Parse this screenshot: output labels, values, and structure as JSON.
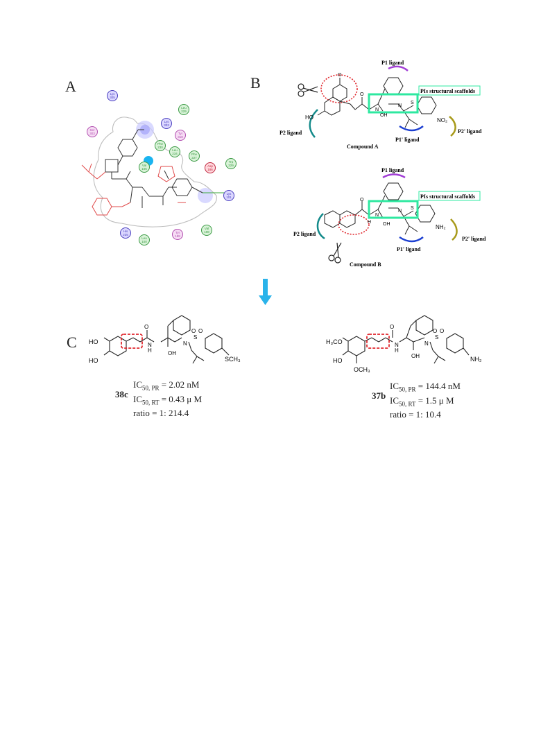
{
  "panels": {
    "a": "A",
    "b": "B",
    "c": "C"
  },
  "residues_a": [
    {
      "name": "Lys\n305",
      "color": "#4a3fbf",
      "fill": "#dcd8ff"
    },
    {
      "name": "Ser\n303",
      "color": "#b24fb0",
      "fill": "#f6dcf4"
    },
    {
      "name": "Leu\n229",
      "color": "#3b9a45",
      "fill": "#d9f3d8"
    },
    {
      "name": "Lys\n303",
      "color": "#4a3fbf",
      "fill": "#dcd8ff"
    },
    {
      "name": "Tyr\n318",
      "color": "#b24fb0",
      "fill": "#f6dcf4"
    },
    {
      "name": "Phe\n230",
      "color": "#3b9a45",
      "fill": "#d9f3d8"
    },
    {
      "name": "Leu\n234",
      "color": "#3b9a45",
      "fill": "#d9f3d8"
    },
    {
      "name": "Phe\n227",
      "color": "#3b9a45",
      "fill": "#d9f3d8"
    },
    {
      "name": "Val\n106",
      "color": "#3b9a45",
      "fill": "#d9f3d8"
    },
    {
      "name": "Asp\n186",
      "color": "#c0263e",
      "fill": "#ffd7dc"
    },
    {
      "name": "Trp\n229",
      "color": "#3b9a45",
      "fill": "#d9f3d8"
    },
    {
      "name": "Lys\n101",
      "color": "#4a3fbf",
      "fill": "#dcd8ff"
    },
    {
      "name": "His\n235",
      "color": "#4a3fbf",
      "fill": "#dcd8ff"
    },
    {
      "name": "Leu\n100",
      "color": "#3b9a45",
      "fill": "#d9f3d8"
    },
    {
      "name": "Tyr\n188",
      "color": "#b24fb0",
      "fill": "#f6dcf4"
    },
    {
      "name": "Val\n108",
      "color": "#3b9a45",
      "fill": "#d9f3d8"
    }
  ],
  "compound_a": {
    "name": "Compound A",
    "p1": "P1 ligand",
    "p2": "P2 ligand",
    "p1p": "P1' ligand",
    "p2p": "P2' ligand",
    "scaffold": "PIs structural scaffolds",
    "ho": "HO",
    "no2": "NO₂",
    "n": "N",
    "oh": "OH",
    "h": "H",
    "o": "O",
    "s": "S"
  },
  "compound_b": {
    "name": "Compound B",
    "p1": "P1 ligand",
    "p2": "P2 ligand",
    "p1p": "P1' ligand",
    "p2p": "P2' ligand",
    "scaffold": "PIs structural scaffolds",
    "nh2": "NH₂",
    "n": "N",
    "oh": "OH",
    "h": "H",
    "o": "O",
    "s": "S"
  },
  "c38": {
    "id": "38c",
    "ho1": "HO",
    "ho2": "HO",
    "sch3": "SCH₃",
    "ic50_pr_label": "IC",
    "ic50_pr_sub": "50, PR",
    "ic50_pr_val": " = 2.02 nM",
    "ic50_rt_label": "IC",
    "ic50_rt_sub": "50, RT",
    "ic50_rt_val": " = 0.43 μ M",
    "ratio": "ratio = 1: 214.4"
  },
  "c37": {
    "id": "37b",
    "h3co": "H₃CO",
    "ho": "HO",
    "och3": "OCH₃",
    "nh2": "NH₂",
    "ic50_pr_label": "IC",
    "ic50_pr_sub": "50, PR",
    "ic50_pr_val": " = 144.4 nM",
    "ic50_rt_label": "IC",
    "ic50_rt_sub": "50, RT",
    "ic50_rt_val": " = 1.5 μ M",
    "ratio": "ratio = 1: 10.4"
  },
  "colors": {
    "arrow": "#2ab3ea",
    "scaffold": "#2ee8a0",
    "cut": "#e0262c",
    "p1": "#a23ed6",
    "p2": "#138a8a",
    "p1p": "#1c3fd1",
    "p2p": "#a89a1a"
  }
}
